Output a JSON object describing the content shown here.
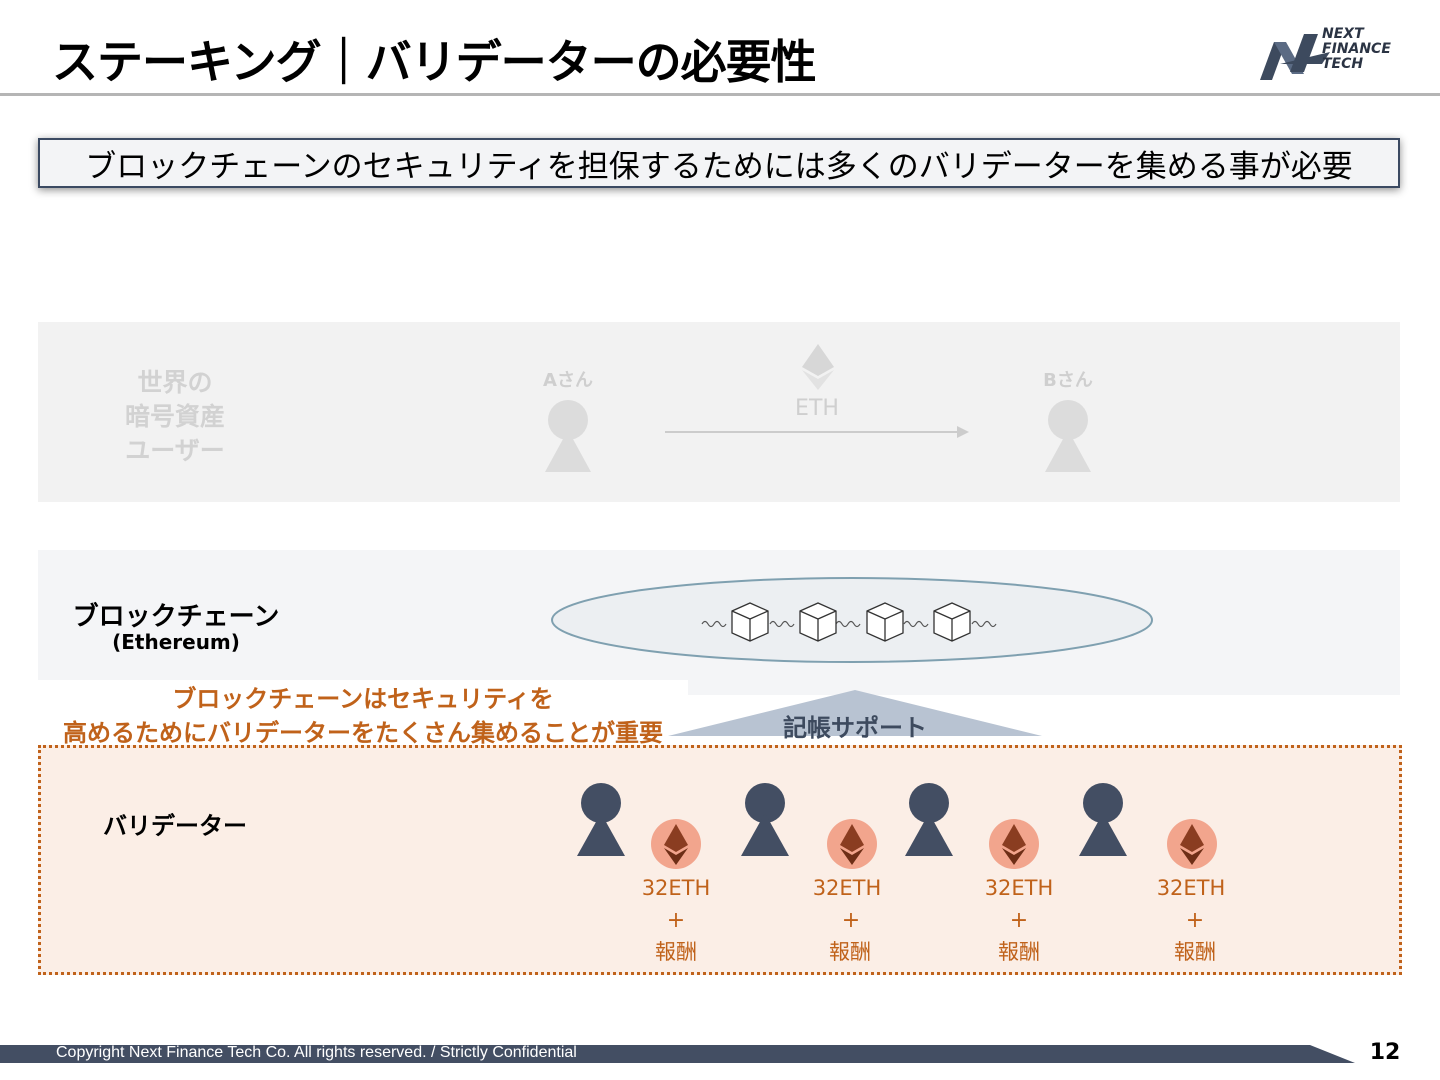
{
  "header": {
    "title": "ステーキング｜バリデーターの必要性",
    "logo_text": [
      "NEXT",
      "FINANCE",
      "TECH"
    ]
  },
  "subtitle": "ブロックチェーンのセキュリティを担保するためには多くのバリデーターを集める事が必要",
  "users_section": {
    "label_lines": [
      "世界の",
      "暗号資産",
      "ユーザー"
    ],
    "sender": "Aさん",
    "receiver": "Bさん",
    "asset": "ETH"
  },
  "blockchain_section": {
    "label": "ブロックチェーン",
    "sublabel": "(Ethereum)"
  },
  "note": {
    "line1": "ブロックチェーンはセキュリティを",
    "line2": "高めるためにバリデーターをたくさん集めることが重要"
  },
  "support_label": "記帳サポート",
  "validator_section": {
    "label": "バリデーター",
    "validators": [
      {
        "stake": "32ETH",
        "plus": "+",
        "reward": "報酬"
      },
      {
        "stake": "32ETH",
        "plus": "+",
        "reward": "報酬"
      },
      {
        "stake": "32ETH",
        "plus": "+",
        "reward": "報酬"
      },
      {
        "stake": "32ETH",
        "plus": "+",
        "reward": "報酬"
      }
    ]
  },
  "footer": {
    "copyright": "Copyright Next Finance Tech Co. All rights reserved. / Strictly Confidential",
    "page_number": "12"
  },
  "colors": {
    "accent_orange": "#c0621a",
    "navy": "#3d4a5e",
    "coin_bg": "#f2a58d"
  }
}
